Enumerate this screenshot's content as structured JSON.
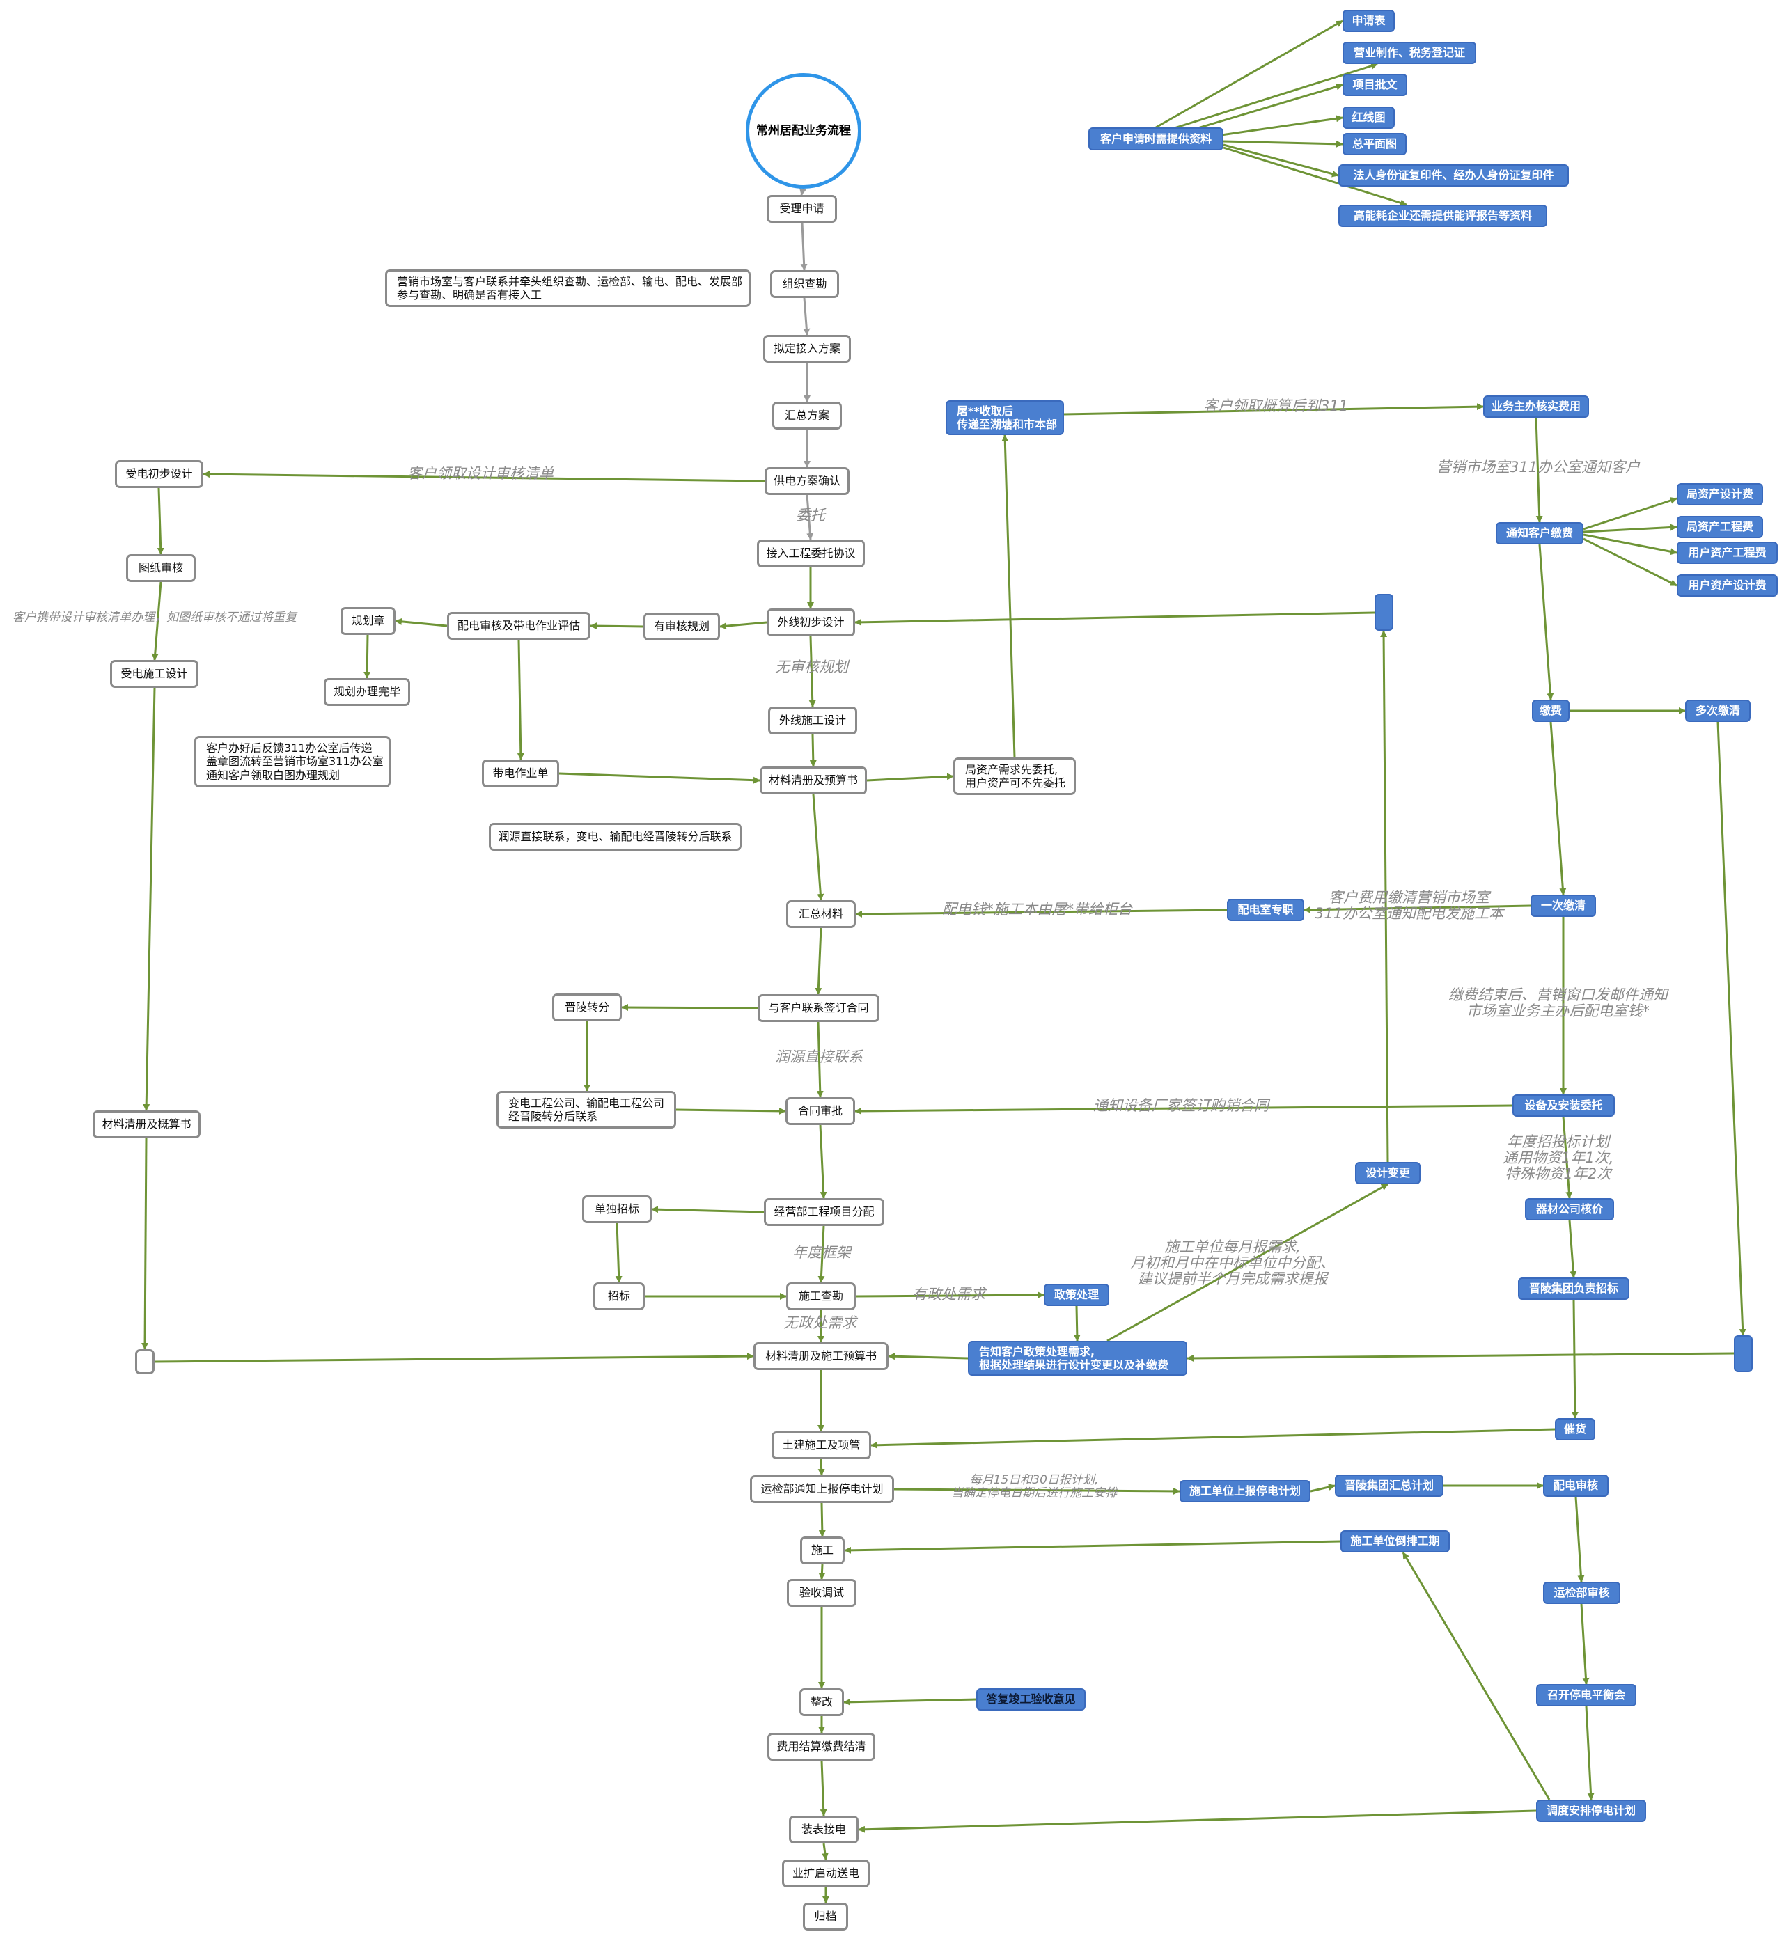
{
  "title": "常州居配业务流程",
  "nodes": {
    "root": "常州居配业务流程",
    "slqq": "受理申请",
    "zzkc": "组织查勘",
    "ndfa": "拟定接入方案",
    "hzfa": "汇总方案",
    "gdqr": "供电方案确认",
    "jrxy": "接入工程委托协议",
    "wxcs": "外线初步设计",
    "ysgh": "有审核规划",
    "pdsh": "配电审核及带电作业评估",
    "ghz": "规划章",
    "ghwb": "规划办理完毕",
    "wxsg": "外线施工设计",
    "clqd": "材料清册及预算书",
    "ddzy": "带电作业单",
    "jzcz": "局资产需求先委托,\n用户资产可不先委托",
    "hzcl": "汇总材料",
    "qdht": "与客户联系签订合同",
    "jlzf": "晋陵转分",
    "bdgs": "变电工程公司、输配电工程公司\n经晋陵转分后联系",
    "htsp": "合同审批",
    "xmfp": "经营部工程项目分配",
    "ddzb": "单独招标",
    "zb": "招标",
    "sgkc": "施工查勘",
    "sgys": "材料清册及施工预算书",
    "tjsg": "土建施工及项管",
    "yjtz": "运检部通知上报停电计划",
    "sg": "施工",
    "ystc": "验收调试",
    "zg": "整改",
    "fyjs": "费用结算缴费结清",
    "zbjd": "装表接电",
    "ykqd": "业扩启动送电",
    "gd": "归档",
    "sdcs": "受电初步设计",
    "tzsh": "图纸审核",
    "sdsg": "受电施工设计",
    "clgs": "材料清册及概算书",
    "note1": "营销市场室与客户联系并牵头组织查勘、运检部、输电、配电、发展部\n参与查勘、明确是否有接入工",
    "note2": "客户办好后反馈311办公室后传递\n盖章图流转至营销市场室311办公室\n通知客户领取白图办理规划",
    "note3": "润源直接联系，变电、输配电经晋陵转分后联系",
    "khsq": "客户申请时需提供资料",
    "sqb": "申请表",
    "yyzz": "营业制作、税务登记证",
    "xmpw": "项目批文",
    "hxt": "红线图",
    "zpmt": "总平面图",
    "frsf": "法人身份证复印件、经办人身份证复印件",
    "gnh": "高能耗企业还需提供能评报告等资料",
    "jsqh": "屠**收取后\n传递至湖塘和市本部",
    "ywzb": "业务主办核实费用",
    "tzjf": "通知客户缴费",
    "jzsj": "局资产设计费",
    "jzgc": "局资产工程费",
    "yzgc": "用户资产工程费",
    "yzsj": "用户资产设计费",
    "jf": "缴费",
    "dcjq": "多次缴清",
    "ycjq": "一次缴清",
    "pdzz": "配电室专职",
    "sbwt": "设备及安装委托",
    "qchj": "器材公司核价",
    "jltz": "晋陵集团负责招标",
    "zcdl": "政策处理",
    "gzkh": "告知客户政策处理需求,\n根据处理结果进行设计变更以及补缴费",
    "sjbg": "设计变更",
    "ch": "催货",
    "sgtd": "施工单位上报停电计划",
    "jlhz": "晋陵集团汇总计划",
    "pdshb": "配电审核",
    "yjsh": "运检部审核",
    "zktd": "召开停电平衡会",
    "ddap": "调度安排停电计划",
    "sgpg": "施工单位倒排工期",
    "dfys": "答复竣工验收意见"
  },
  "edge_labels": {
    "l_lqsj": "客户领取设计审核清单",
    "l_wt": "委托",
    "l_wsh": "无审核规划",
    "l_xdsj": "客户携带设计审核清单办理，如图纸审核不通过将重复",
    "l_lqgs": "客户领取概算后到311",
    "l_yxtz": "营销市场室311办公室通知客户",
    "l_pdq": "配电钱*施工本由屠*带给柜台",
    "l_fyjq": "客户费用缴清营销市场室\n311办公室通知配电发施工本",
    "l_jfjs": "缴费结束后、营销窗口发邮件通知\n市场室业务主办后配电室钱*",
    "l_rylx": "润源直接联系",
    "l_tzcj": "通知设备厂家签订购销合同",
    "l_ndzb": "年度招投标计划\n通用物资1年1次,\n特殊物资1年2次",
    "l_ndkj": "年度框架",
    "l_yzc": "有政处需求",
    "l_wzc": "无政处需求",
    "l_sgdw": "施工单位每月报需求,\n月初和月中在中标单位中分配、\n建议提前半个月完成需求提报",
    "l_myb": "每月15日和30日报计划,\n当确定停电日期后进行施工安排"
  },
  "colors": {
    "edge_green": "#6e9436",
    "edge_gray": "#9a9a9a",
    "node_blue": "#4a7fd0",
    "root_ring": "#2f95e8"
  }
}
